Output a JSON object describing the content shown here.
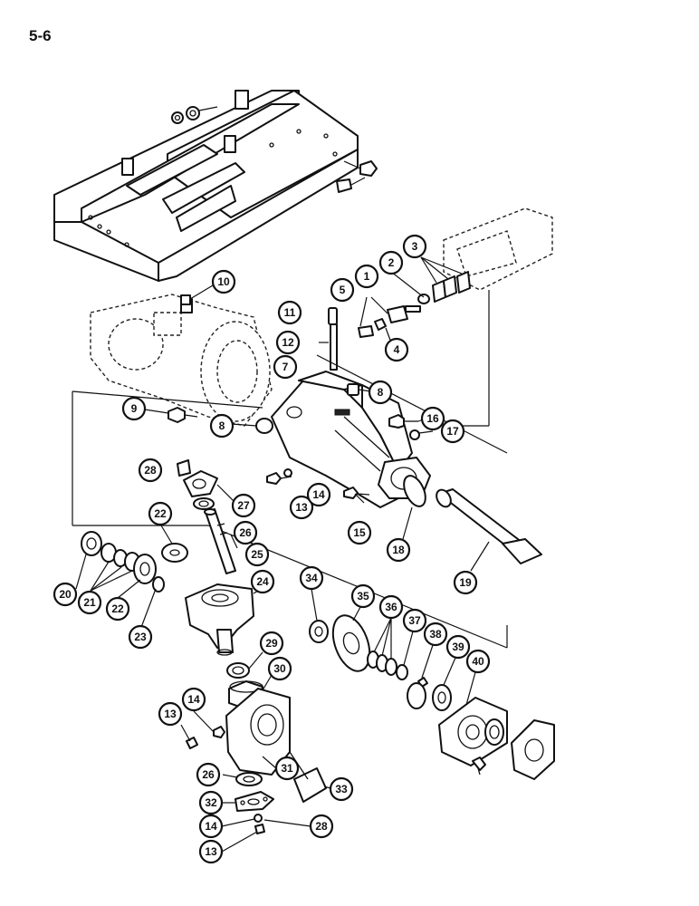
{
  "page": {
    "number": "5-6"
  },
  "callouts": [
    {
      "label": "1"
    },
    {
      "label": "2"
    },
    {
      "label": "3"
    },
    {
      "label": "4"
    },
    {
      "label": "5"
    },
    {
      "label": "7"
    },
    {
      "label": "8"
    },
    {
      "label": "8"
    },
    {
      "label": "9"
    },
    {
      "label": "10"
    },
    {
      "label": "11"
    },
    {
      "label": "12"
    },
    {
      "label": "13"
    },
    {
      "label": "13"
    },
    {
      "label": "13"
    },
    {
      "label": "14"
    },
    {
      "label": "14"
    },
    {
      "label": "14"
    },
    {
      "label": "15"
    },
    {
      "label": "16"
    },
    {
      "label": "17"
    },
    {
      "label": "18"
    },
    {
      "label": "19"
    },
    {
      "label": "20"
    },
    {
      "label": "21"
    },
    {
      "label": "22"
    },
    {
      "label": "22"
    },
    {
      "label": "23"
    },
    {
      "label": "24"
    },
    {
      "label": "25"
    },
    {
      "label": "26"
    },
    {
      "label": "26"
    },
    {
      "label": "27"
    },
    {
      "label": "28"
    },
    {
      "label": "28"
    },
    {
      "label": "29"
    },
    {
      "label": "30"
    },
    {
      "label": "31"
    },
    {
      "label": "32"
    },
    {
      "label": "33"
    },
    {
      "label": "34"
    },
    {
      "label": "35"
    },
    {
      "label": "36"
    },
    {
      "label": "37"
    },
    {
      "label": "38"
    },
    {
      "label": "39"
    },
    {
      "label": "40"
    }
  ]
}
